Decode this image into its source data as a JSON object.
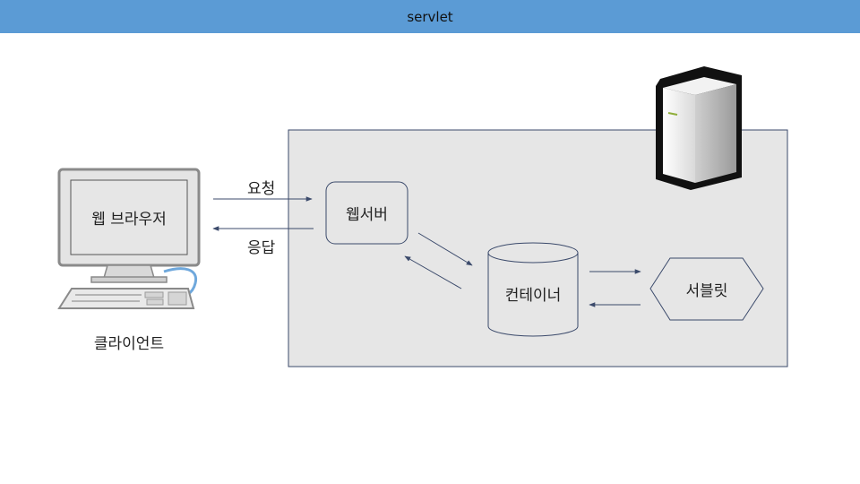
{
  "title": "servlet",
  "client": {
    "monitor_text": "웹 브라우저",
    "caption": "클라이언트"
  },
  "arrows": {
    "request": "요청",
    "response": "응답"
  },
  "server": {
    "web_server": "웹서버",
    "container": "컨테이너",
    "servlet": "서블릿"
  },
  "colors": {
    "title_bar": "#5b9bd5",
    "server_area": "#e6e6e6",
    "border": "#3b4a6b"
  },
  "icons": {
    "client": "desktop-computer-icon",
    "server": "server-tower-icon"
  }
}
